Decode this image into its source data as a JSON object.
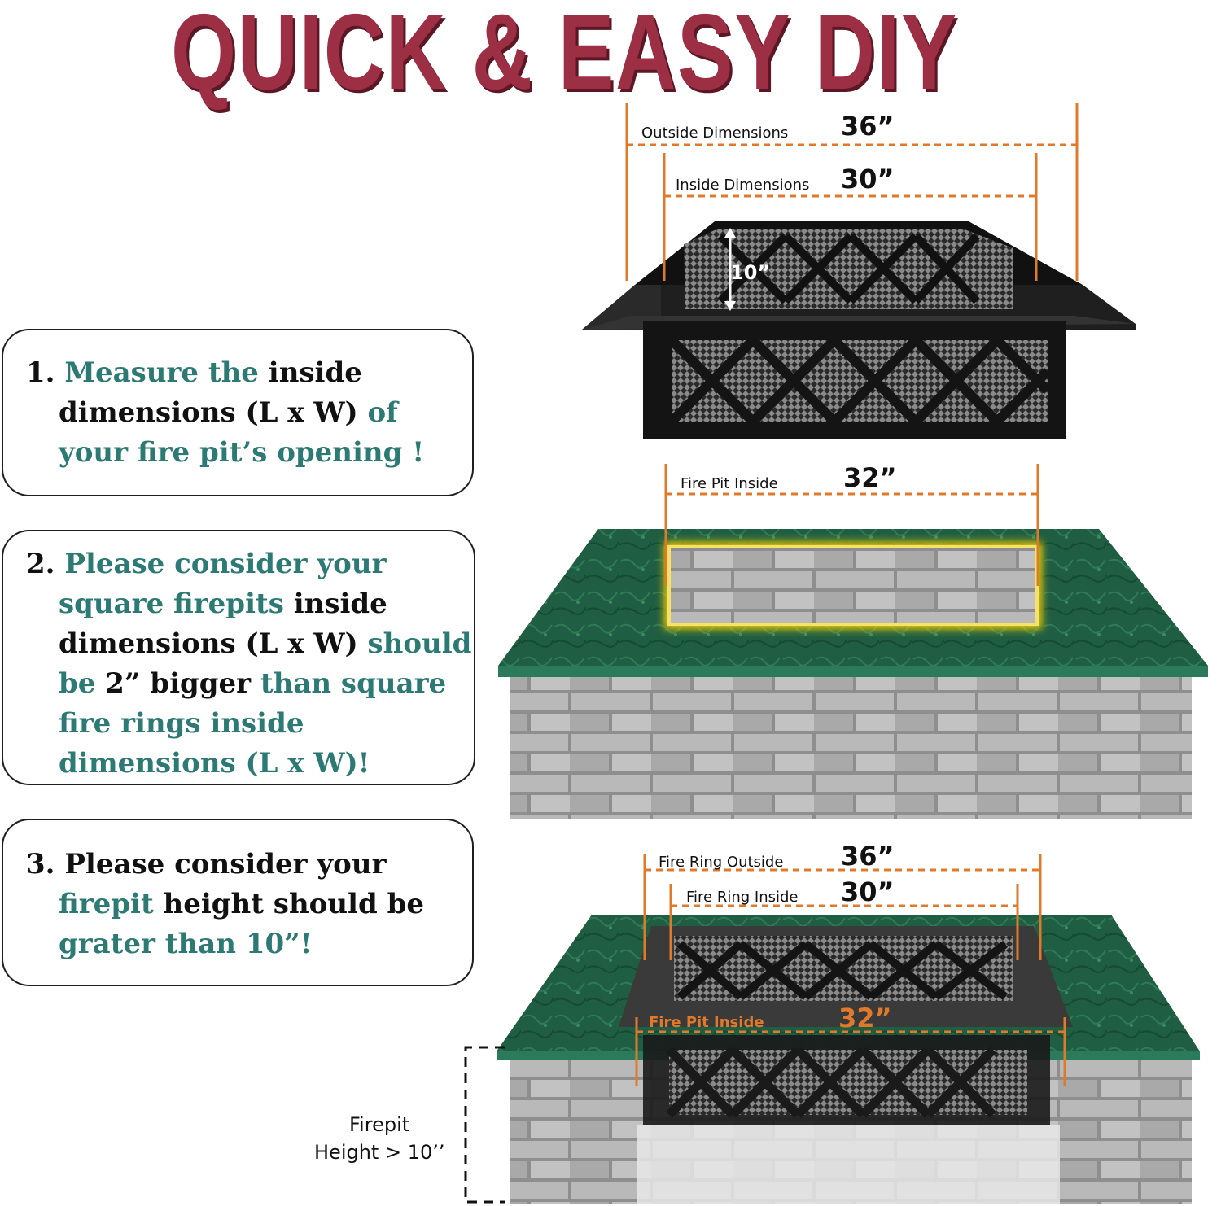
{
  "title": "QUICK & EASY DIY",
  "colors": {
    "title": "#9c2f44",
    "teal": "#2d7a74",
    "orange": "#e07a2a",
    "granite": "#1f5e42"
  },
  "steps": [
    {
      "num": "1.",
      "lines": [
        [
          {
            "t": "Measure the ",
            "c": "teal"
          },
          {
            "t": "inside",
            "c": "dk"
          }
        ],
        [
          {
            "t": "dimensions (L x W) ",
            "c": "dk"
          },
          {
            "t": "of",
            "c": "teal"
          }
        ],
        [
          {
            "t": "your fire pit’s opening !",
            "c": "teal"
          }
        ]
      ]
    },
    {
      "num": "2.",
      "lines": [
        [
          {
            "t": "Please consider your",
            "c": "teal"
          }
        ],
        [
          {
            "t": "square firepits ",
            "c": "teal"
          },
          {
            "t": "inside",
            "c": "dk"
          }
        ],
        [
          {
            "t": "dimensions (L x W) ",
            "c": "dk"
          },
          {
            "t": "should",
            "c": "teal"
          }
        ],
        [
          {
            "t": "be ",
            "c": "teal"
          },
          {
            "t": "2” bigger ",
            "c": "dk"
          },
          {
            "t": "than square",
            "c": "teal"
          }
        ],
        [
          {
            "t": "fire rings inside",
            "c": "teal"
          }
        ],
        [
          {
            "t": "dimensions (L x W)!",
            "c": "teal"
          }
        ]
      ]
    },
    {
      "num": "3.",
      "lines": [
        [
          {
            "t": "Please consider your",
            "c": "dk"
          }
        ],
        [
          {
            "t": "firepit ",
            "c": "teal"
          },
          {
            "t": "height should be",
            "c": "dk"
          }
        ],
        [
          {
            "t": "grater than 10”!",
            "c": "teal"
          }
        ]
      ]
    }
  ],
  "dimensions": {
    "outside_label": "Outside Dimensions",
    "outside_value": "36”",
    "inside_label": "Inside Dimensions",
    "inside_value": "30”",
    "ring_height": "10”",
    "pit_inside_label": "Fire Pit Inside",
    "pit_inside_value": "32”",
    "ring_outside_label": "Fire Ring Outside",
    "ring_outside_value": "36”",
    "ring_inside_label": "Fire Ring Inside",
    "ring_inside_value": "30”",
    "installed_pit_label": "Fire Pit Inside",
    "installed_pit_value": "32”",
    "height_label_1": "Firepit",
    "height_label_2": "Height > 10’’"
  }
}
